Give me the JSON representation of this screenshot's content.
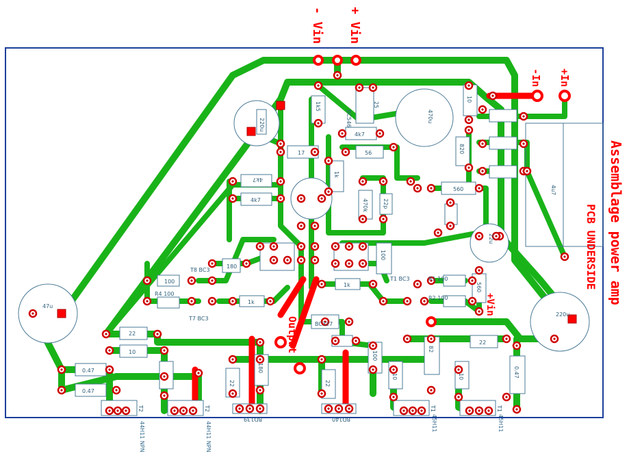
{
  "title": "Assemblage power amp",
  "subtitle": "PCB UNDERSIDE",
  "terminals": {
    "minus_vin": "- Vin",
    "plus_vin": "+ Vin",
    "minus_in": "-In",
    "plus_in": "+In",
    "output": "Output",
    "vin_right": "+Vin"
  },
  "component_labels": {
    "r_1k5": "1k5",
    "r_25": "25",
    "r_4k7_top": "4k7",
    "r_56": "56",
    "r_17": "17",
    "r_1k_mid": "1k",
    "r_4k7_a": "4k7",
    "r_4k7_b": "4k7",
    "r_470k": "470k",
    "r_560": "560",
    "r_22p": "22p",
    "r_100_t8": "100",
    "r_100_t7": "100",
    "r_1k_l": "1k",
    "r_1k_r": "1k",
    "r_100_r1": "100",
    "r_100_r2": "100",
    "r_560_v": "560",
    "r_22_bot": "22",
    "r_10_bot": "10",
    "r_047_a": "0.47",
    "r_047_b": "0.47",
    "r_047_c": "0.47",
    "r_22_c": "22",
    "r_22_d": "22",
    "r_22_e": "22",
    "r_10_a": "10",
    "r_10_b": "10",
    "r_180": "180",
    "r_100_v": "100",
    "r_82": "82",
    "c_470u": "470u",
    "c_220u": "220u",
    "c_47u_l": "47u",
    "c_220u_r": "220u",
    "c_4u7": "4u7",
    "c_22u": "22u",
    "r_10_top": "10",
    "r_820": "820",
    "t8": "T8 BC3",
    "t7": "T7 BC3",
    "r4": "R4 100",
    "r1": "R1 100",
    "r2": "R2 100",
    "t1_bc": "T1 BC3",
    "t2_a": "T2",
    "t2_b": "T2",
    "t1_a": "T1",
    "t1_b": "T1",
    "npn_a": "44H11 NPN",
    "npn_b": "44H11 NPN",
    "pnp_a": "45H11",
    "pnp_b": "45H11",
    "bc327": "BC327",
    "bc546": "BC546",
    "bd_a": "BD139",
    "bd_b": "BD140"
  },
  "colors": {
    "trace": "#19b319",
    "jumper": "#ff0000",
    "pad": "#d00000",
    "outline": "#1a3f9a",
    "component": "#4a7a96",
    "label": "#ff0000"
  }
}
